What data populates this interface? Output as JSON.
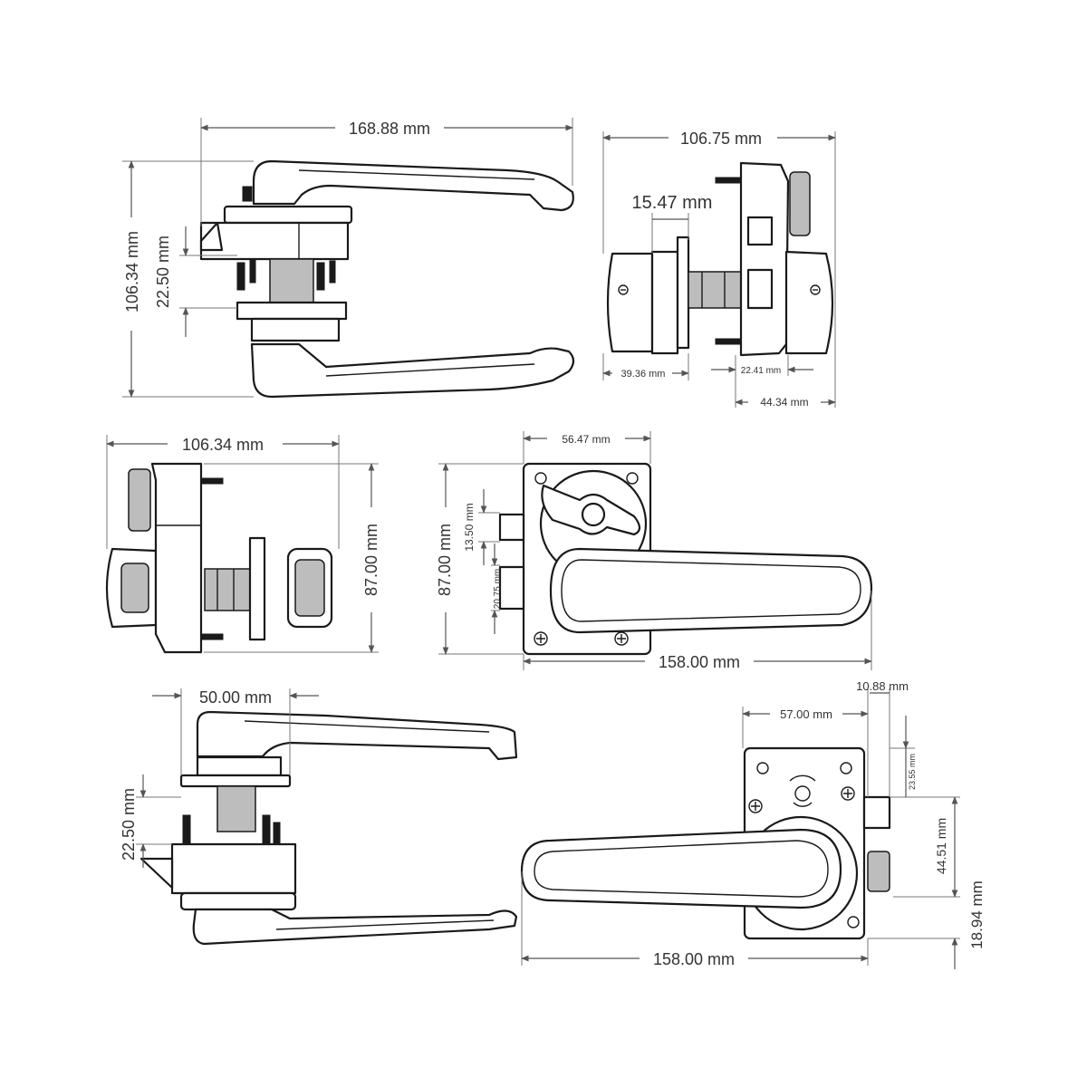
{
  "dimensions": {
    "top_left_width": "168.88 mm",
    "top_left_height": "106.34 mm",
    "top_left_offset": "22.50 mm",
    "top_right_width": "106.75 mm",
    "top_right_spindle": "15.47 mm",
    "top_right_left_handle": "39.36 mm",
    "top_right_body": "22.41 mm",
    "top_right_depth": "44.34 mm",
    "mid_left_width": "106.34 mm",
    "mid_left_height": "87.00 mm",
    "mid_right_plate_width": "56.47 mm",
    "mid_right_height": "87.00 mm",
    "mid_right_upper": "13.50 mm",
    "mid_right_lower": "20.75 mm",
    "mid_right_lever_length": "158.00 mm",
    "bottom_left_width": "50.00 mm",
    "bottom_left_offset": "22.50 mm",
    "bottom_right_small": "10.88 mm",
    "bottom_right_plate": "57.00 mm",
    "bottom_right_upper": "23.55 mm",
    "bottom_right_middle": "44.51 mm",
    "bottom_right_lower": "18.94 mm",
    "bottom_right_lever_length": "158.00 mm"
  },
  "colors": {
    "line": "#1a1a1a",
    "dimension": "#555555",
    "text": "#333333",
    "background": "#ffffff"
  }
}
